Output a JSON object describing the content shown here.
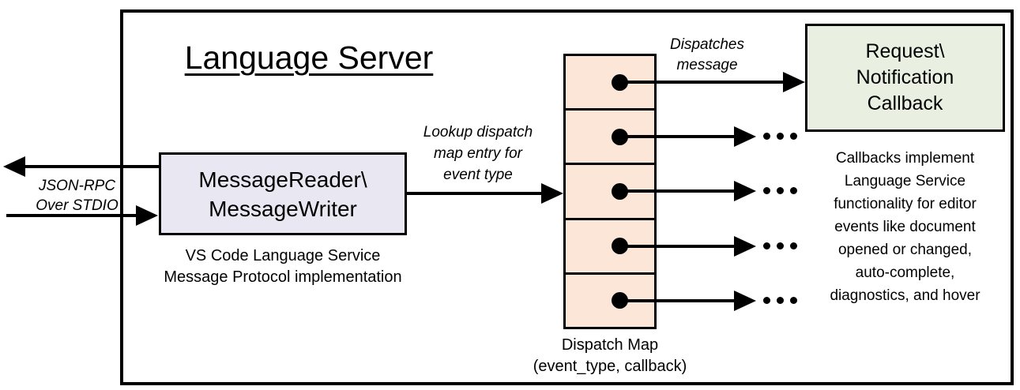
{
  "diagram": {
    "title": "Language Server",
    "left_interface": {
      "label_line1": "JSON-RPC",
      "label_line2": "Over STDIO"
    },
    "message_box": {
      "line1": "MessageReader\\",
      "line2": "MessageWriter",
      "caption_line1": "VS Code Language Service",
      "caption_line2": "Message Protocol implementation"
    },
    "lookup_label": {
      "line1": "Lookup dispatch",
      "line2": "map entry for",
      "line3": "event type"
    },
    "dispatch_label": {
      "line1": "Dispatches",
      "line2": "message"
    },
    "dispatch_map": {
      "row_count": 5,
      "caption_line1": "Dispatch Map",
      "caption_line2": "(event_type, callback)"
    },
    "callback_box": {
      "line1": "Request\\",
      "line2": "Notification",
      "line3": "Callback"
    },
    "callback_note": {
      "lines": [
        "Callbacks implement",
        "Language Service",
        "functionality for editor",
        "events like document",
        "opened or changed,",
        "auto-complete,",
        "diagnostics, and hover"
      ]
    },
    "colors": {
      "message_box_fill": "#e9e7f1",
      "dispatch_map_fill": "#fce6d8",
      "callback_box_fill": "#e9f0e1",
      "stroke": "#000000"
    }
  }
}
